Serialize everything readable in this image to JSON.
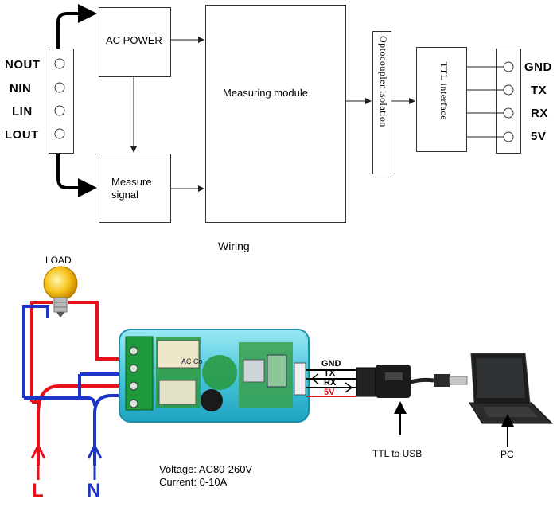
{
  "block_diagram": {
    "terminals_left": [
      "NOUT",
      "NIN",
      "LIN",
      "LOUT"
    ],
    "ac_power": "AC POWER",
    "measure_signal_line1": "Measure",
    "measure_signal_line2": "signal",
    "measuring_module": "Measuring module",
    "optocoupler": "Optocoupler isolation",
    "ttl_interface": "TTL interface",
    "terminals_right": [
      "GND",
      "TX",
      "RX",
      "5V"
    ]
  },
  "wiring": {
    "title": "Wiring",
    "load_label": "LOAD",
    "module_text": "AC Co",
    "signal_labels": [
      "GND",
      "TX",
      "RX",
      "5V"
    ],
    "ttl_to_usb": "TTL to USB",
    "pc": "PC",
    "line_label": "L",
    "neutral_label": "N",
    "voltage": "Voltage: AC80-260V",
    "current": "Current: 0-10A"
  },
  "colors": {
    "live_wire": "#e8101a",
    "neutral_wire": "#1c35c8",
    "module_body": "#5fd3e6",
    "bulb": "#f6c21a"
  }
}
